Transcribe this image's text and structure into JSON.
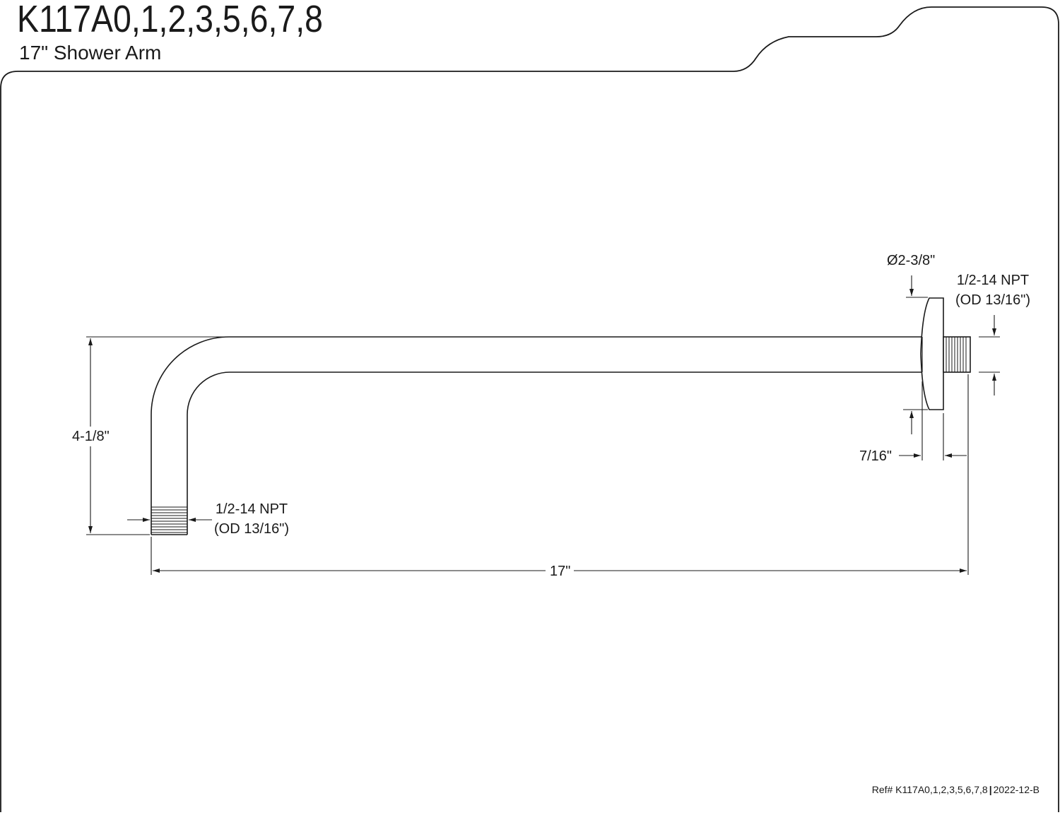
{
  "header": {
    "model": "K117A0,1,2,3,5,6,7,8",
    "description": "17\" Shower Arm"
  },
  "dimensions": {
    "flange_diameter": "Ø2-3/8\"",
    "outlet_thread_line1": "1/2-14 NPT",
    "outlet_thread_line2": "(OD 13/16\")",
    "height": "4-1/8\"",
    "flange_thickness": "7/16\"",
    "inlet_thread_line1": "1/2-14 NPT",
    "inlet_thread_line2": "(OD 13/16\")",
    "length": "17\""
  },
  "footer": {
    "ref": "Ref# K117A0,1,2,3,5,6,7,8",
    "revision": "2022-12-B"
  },
  "colors": {
    "line": "#1a1a1a",
    "background": "#ffffff"
  }
}
